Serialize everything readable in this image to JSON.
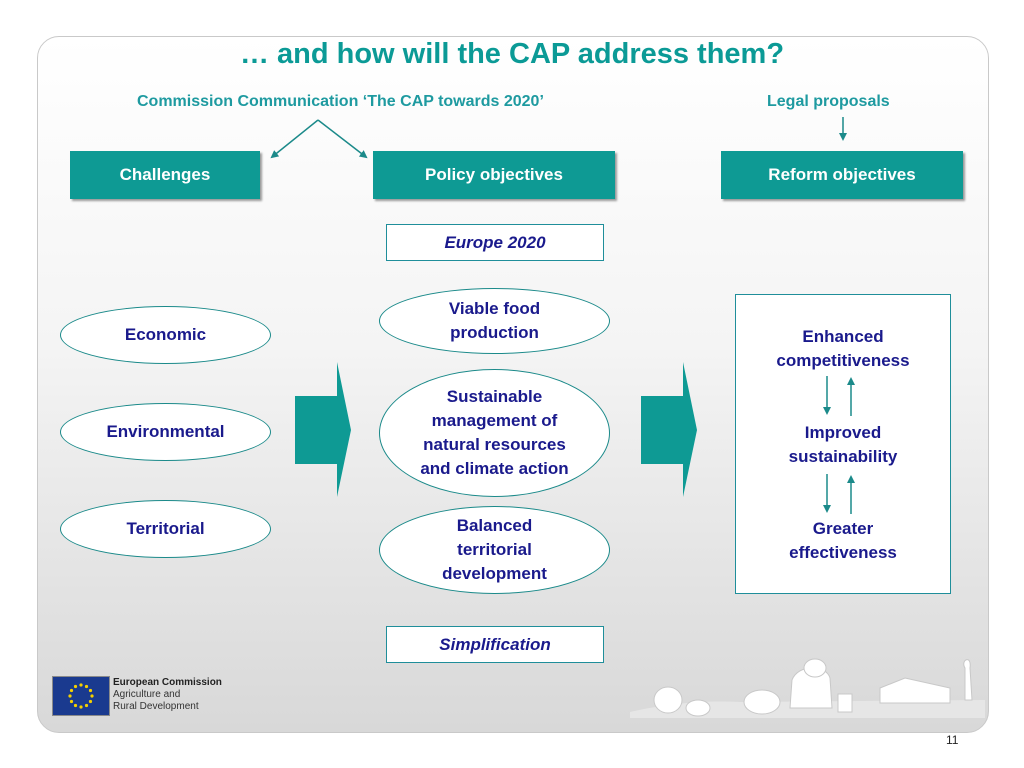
{
  "title": "… and how will the CAP address them?",
  "subheads": {
    "communication": "Commission Communication ‘The CAP towards 2020’",
    "legal": "Legal proposals"
  },
  "headers": {
    "challenges": "Challenges",
    "policy": "Policy objectives",
    "reform": "Reform objectives"
  },
  "frames": {
    "europe": "Europe 2020",
    "simplification": "Simplification"
  },
  "challenges": [
    "Economic",
    "Environmental",
    "Territorial"
  ],
  "policy_objectives": [
    [
      "Viable food",
      "production"
    ],
    [
      "Sustainable",
      "management of",
      "natural resources",
      "and climate action"
    ],
    [
      "Balanced",
      "territorial",
      "development"
    ]
  ],
  "reform_objectives": [
    [
      "Enhanced",
      "competitiveness"
    ],
    [
      "Improved",
      "sustainability"
    ],
    [
      "Greater",
      "effectiveness"
    ]
  ],
  "logo": {
    "org": "European Commission",
    "dept_line1": "Agriculture and",
    "dept_line2": "Rural Development"
  },
  "page_number": "11",
  "colors": {
    "teal": "#0e9a94",
    "title": "#0b9a96",
    "navy_text": "#1a1a8c"
  }
}
